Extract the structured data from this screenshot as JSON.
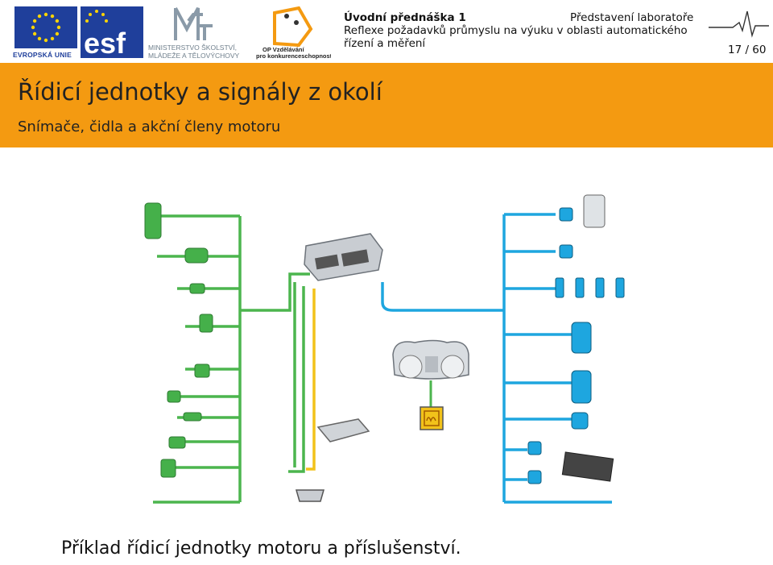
{
  "header": {
    "logos": {
      "eu_label": "EVROPSKÁ UNIE",
      "esf_label": "esf",
      "msmt_label_1": "MINISTERSTVO ŠKOLSTVÍ,",
      "msmt_label_2": "MLÁDEŽE A TĚLOVÝCHOVY",
      "op_label_1": "OP Vzdělávání",
      "op_label_2": "pro konkurenceschopnost"
    },
    "short_title": "Úvodní přednáška 1",
    "section": "Představení laboratoře",
    "subtitle_line1": "Reflexe požadavků průmyslu na výuku v oblasti automatického",
    "subtitle_line2": "řízení a měření",
    "page_number": "17 / 60"
  },
  "frame": {
    "title": "Řídicí jednotky a signály z okolí",
    "subtitle": "Snímače, čidla a akční členy motoru"
  },
  "caption": "Příklad řídicí jednotky motoru a příslušenství.",
  "colors": {
    "accent_orange": "#f49a11",
    "sensor_green": "#4cb54e",
    "actuator_blue": "#1ea6df",
    "signal_yellow": "#f2c21a",
    "eu_blue": "#1f3f9b"
  },
  "icons": [
    "eu-flag-icon",
    "esf-logo-icon",
    "msmt-logo-icon",
    "op-logo-icon",
    "heartbeat-icon",
    "ecu-icon",
    "dashboard-icon",
    "glow-indicator-icon",
    "diagnostic-connector-icon"
  ]
}
